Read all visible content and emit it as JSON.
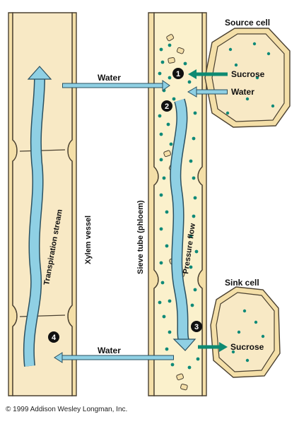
{
  "labels": {
    "source_cell": "Source cell",
    "sink_cell": "Sink cell",
    "xylem_vessel": "Xylem vessel",
    "sieve_tube": "Sieve tube (phloem)",
    "transpiration_stream": "Transpiration stream",
    "pressure_flow": "Pressure flow",
    "water_top_left": "Water",
    "water_top_right": "Water",
    "sucrose_in": "Sucrose",
    "sucrose_out": "Sucrose",
    "water_bottom": "Water"
  },
  "steps": [
    "1",
    "2",
    "3",
    "4"
  ],
  "copyright": "© 1999 Addison Wesley Longman, Inc.",
  "colors": {
    "cell_fill": "#f8e9c5",
    "phloem_fill": "#fbf1cc",
    "wall_fill": "#f4dfa8",
    "outline": "#4a4030",
    "sucrose_dot": "#0f8a78",
    "flow_arrow": "#8fd0e4",
    "sucrose_arrow": "#0e8a72"
  }
}
